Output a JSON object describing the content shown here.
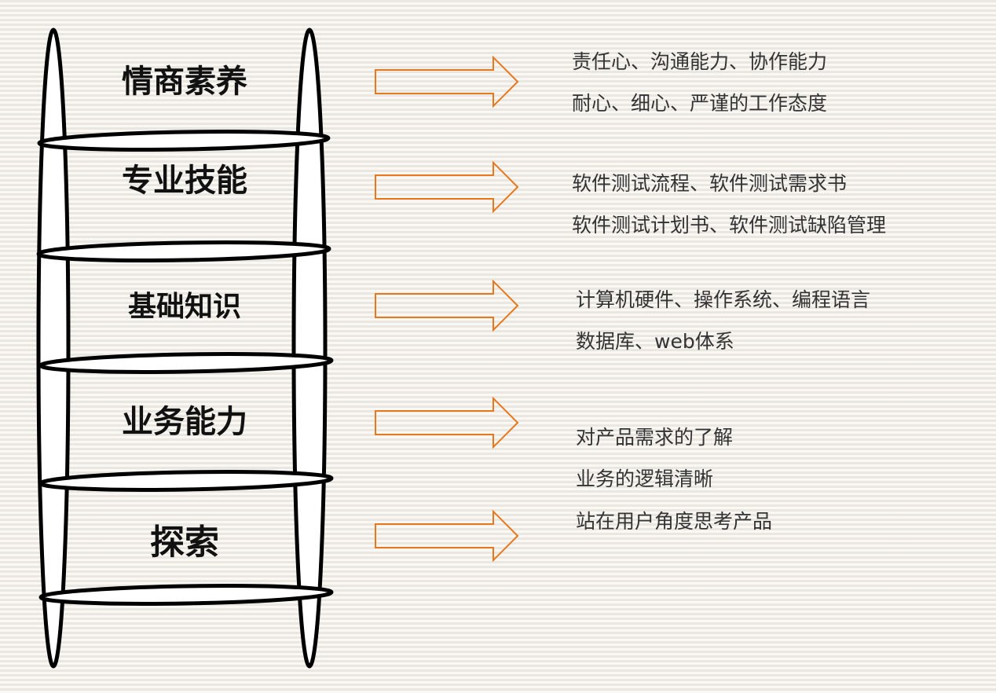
{
  "accent_color": "#e8781e",
  "levels": [
    {
      "label": "情商素养",
      "details": [
        "责任心、沟通能力、协作能力",
        "耐心、细心、严谨的工作态度"
      ]
    },
    {
      "label": "专业技能",
      "details": [
        "软件测试流程、软件测试需求书",
        "软件测试计划书、软件测试缺陷管理"
      ]
    },
    {
      "label": "基础知识",
      "details": [
        "计算机硬件、操作系统、编程语言",
        "数据库、web体系"
      ]
    },
    {
      "label": "业务能力",
      "details": []
    },
    {
      "label": "探索",
      "details": [
        "对产品需求的了解",
        "业务的逻辑清晰",
        "站在用户角度思考产品"
      ]
    }
  ]
}
